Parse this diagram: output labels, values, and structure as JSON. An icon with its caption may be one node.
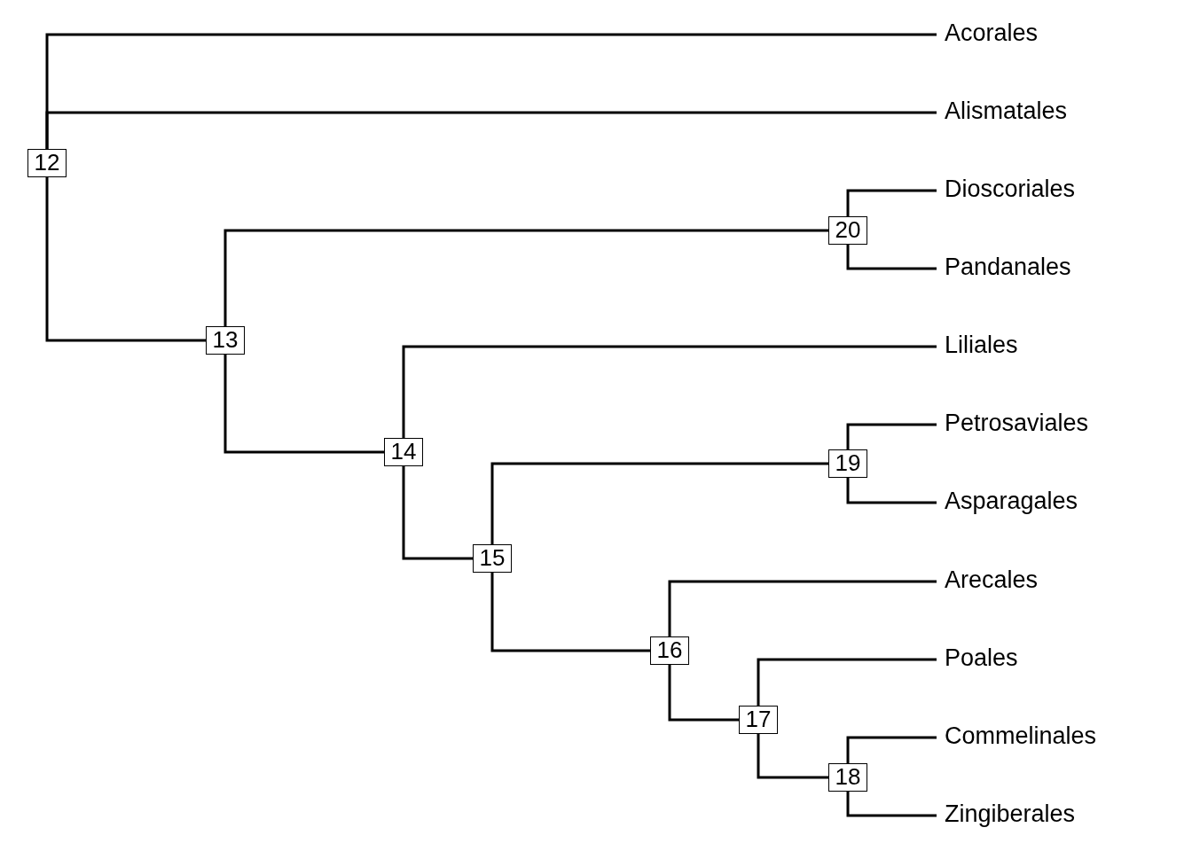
{
  "diagram": {
    "nodes": [
      {
        "text": [
          "Acorales"
        ]
      },
      {
        "text": [
          "Alismatales"
        ]
      },
      {
        "text": [
          "12"
        ]
      },
      {
        "text": [
          "Dioscoriales"
        ]
      },
      {
        "text": [
          "20"
        ]
      },
      {
        "text": [
          "Pandanales"
        ]
      },
      {
        "text": [
          "13"
        ]
      },
      {
        "text": [
          "Liliales"
        ]
      },
      {
        "text": [
          "Petrosaviales"
        ]
      },
      {
        "text": [
          "14"
        ]
      },
      {
        "text": [
          "19"
        ]
      },
      {
        "text": [
          "Asparagales"
        ]
      },
      {
        "text": [
          "15"
        ]
      },
      {
        "text": [
          "Arecales"
        ]
      },
      {
        "text": [
          "16"
        ]
      },
      {
        "text": [
          "Poales"
        ]
      },
      {
        "text": [
          "17"
        ]
      },
      {
        "text": [
          "Commelinales"
        ]
      },
      {
        "text": [
          "18"
        ]
      },
      {
        "text": [
          "Zingiberales"
        ]
      }
    ],
    "edges": [
      {
        "from": 2,
        "to": 0,
        "arrow": "none"
      },
      {
        "from": 2,
        "to": 1,
        "arrow": "none"
      },
      {
        "from": 2,
        "to": 6,
        "arrow": "none"
      },
      {
        "from": 6,
        "to": 4,
        "arrow": "none"
      },
      {
        "from": 6,
        "to": 9,
        "arrow": "none"
      },
      {
        "from": 4,
        "to": 3,
        "arrow": "none"
      },
      {
        "from": 4,
        "to": 5,
        "arrow": "none"
      },
      {
        "from": 9,
        "to": 7,
        "arrow": "none"
      },
      {
        "from": 9,
        "to": 12,
        "arrow": "none"
      },
      {
        "from": 12,
        "to": 10,
        "arrow": "none"
      },
      {
        "from": 12,
        "to": 14,
        "arrow": "none"
      },
      {
        "from": 10,
        "to": 8,
        "arrow": "none"
      },
      {
        "from": 10,
        "to": 11,
        "arrow": "none"
      },
      {
        "from": 14,
        "to": 13,
        "arrow": "none"
      },
      {
        "from": 14,
        "to": 16,
        "arrow": "none"
      },
      {
        "from": 16,
        "to": 15,
        "arrow": "none"
      },
      {
        "from": 16,
        "to": 18,
        "arrow": "none"
      },
      {
        "from": 18,
        "to": 17,
        "arrow": "none"
      },
      {
        "from": 18,
        "to": 19,
        "arrow": "none"
      }
    ]
  }
}
